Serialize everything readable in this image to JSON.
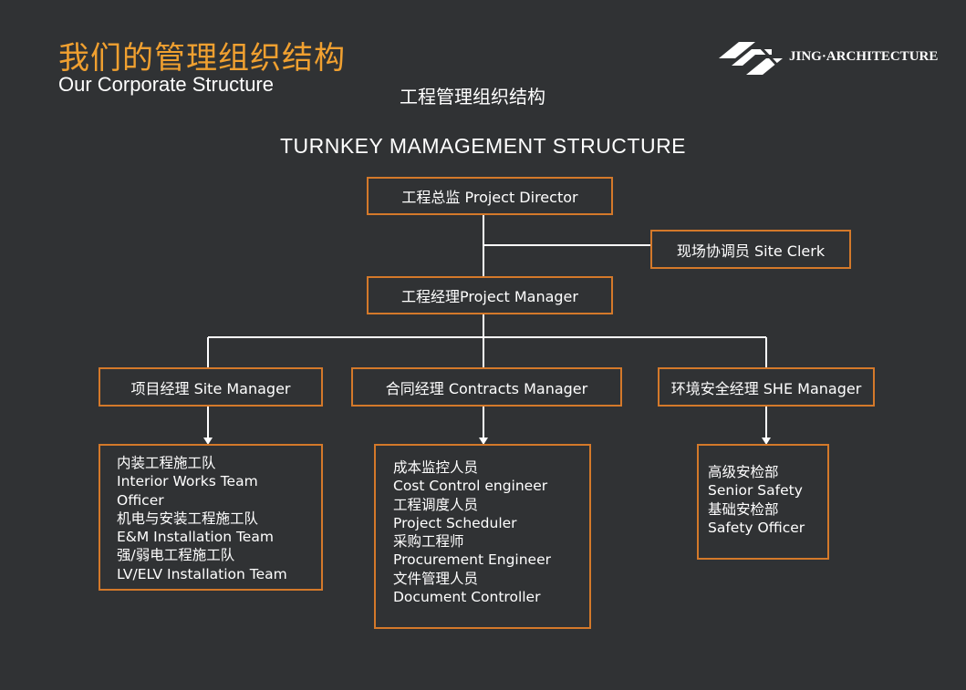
{
  "header": {
    "title_cn": "我们的管理组织结构",
    "title_en": "Our Corporate Structure",
    "subtitle_cn": "工程管理组织结构",
    "logo_text": "JING·ARCHITECTURE",
    "accent_color": "#f0a030",
    "border_color": "#d4792a"
  },
  "diagram": {
    "title": "TURNKEY MAMAGEMENT STRUCTURE",
    "director": "工程总监 Project Director",
    "site_clerk": "现场协调员 Site Clerk",
    "project_manager": "工程经理Project Manager",
    "site_manager": "项目经理 Site Manager",
    "contracts_manager": "合同经理  Contracts Manager",
    "she_manager": "环境安全经理  SHE Manager",
    "site_team_lines": [
      "内装工程施工队",
      "Interior Works Team",
      "Officer",
      "机电与安装工程施工队",
      "E&M Installation Team",
      "强/弱电工程施工队",
      "LV/ELV Installation Team"
    ],
    "contracts_team_lines": [
      "成本监控人员",
      "Cost Control engineer",
      "工程调度人员",
      "Project Scheduler",
      "采购工程师",
      "Procurement Engineer",
      "文件管理人员",
      "Document Controller"
    ],
    "she_team_lines": [
      "高级安检部",
      "Senior Safety",
      "基础安检部",
      "Safety Officer"
    ]
  }
}
